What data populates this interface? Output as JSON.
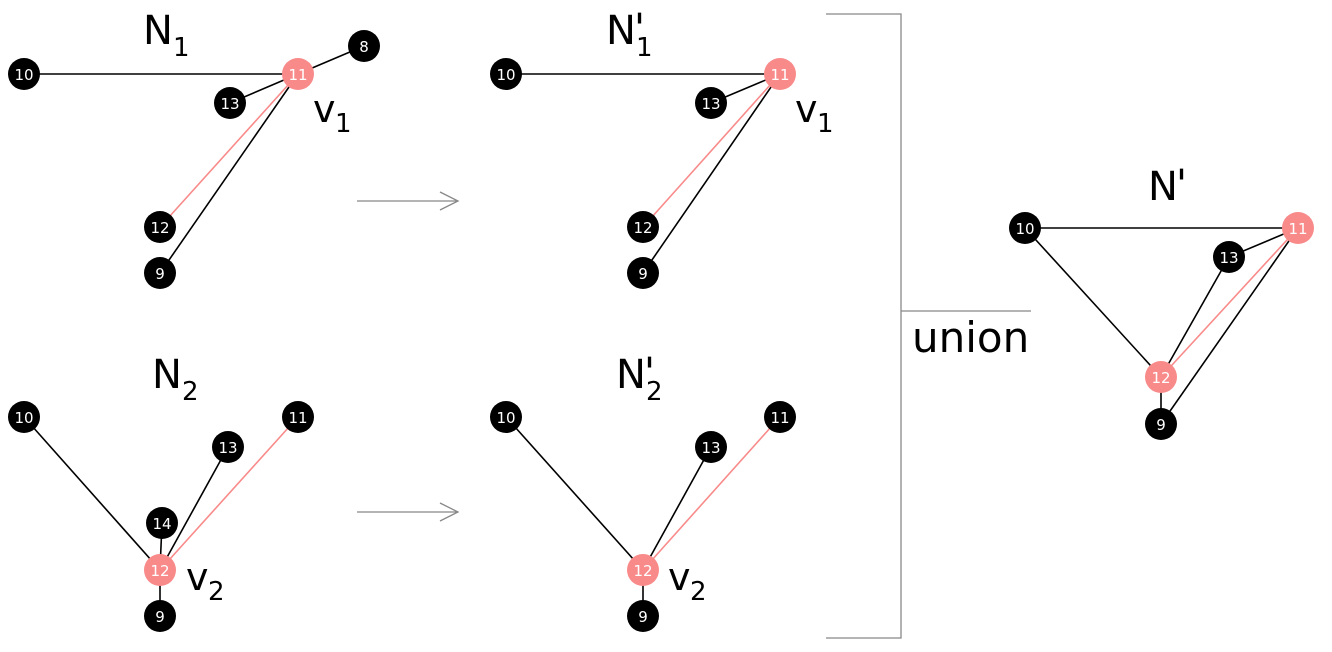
{
  "colors": {
    "black_node": "#000000",
    "highlight_node": "#f98a8a",
    "black_edge": "#000000",
    "highlight_edge": "#f98a8a",
    "connector": "#888888"
  },
  "union_label": "union",
  "graphs": [
    {
      "id": "N1",
      "title": {
        "main": "N",
        "sub": "1",
        "prime": ""
      },
      "vertex_label": {
        "main": "v",
        "sub": "1"
      },
      "nodes": [
        {
          "id": "10",
          "label": "10",
          "highlight": false
        },
        {
          "id": "11",
          "label": "11",
          "highlight": true
        },
        {
          "id": "8",
          "label": "8",
          "highlight": false
        },
        {
          "id": "13",
          "label": "13",
          "highlight": false
        },
        {
          "id": "12",
          "label": "12",
          "highlight": false
        },
        {
          "id": "9",
          "label": "9",
          "highlight": false
        }
      ],
      "edges": [
        {
          "from": "10",
          "to": "11",
          "highlight": false
        },
        {
          "from": "11",
          "to": "8",
          "highlight": false
        },
        {
          "from": "11",
          "to": "13",
          "highlight": false
        },
        {
          "from": "11",
          "to": "12",
          "highlight": true
        },
        {
          "from": "11",
          "to": "9",
          "highlight": false
        }
      ]
    },
    {
      "id": "N1p",
      "title": {
        "main": "N",
        "sub": "1",
        "prime": "'"
      },
      "vertex_label": {
        "main": "v",
        "sub": "1"
      },
      "nodes": [
        {
          "id": "10",
          "label": "10",
          "highlight": false
        },
        {
          "id": "11",
          "label": "11",
          "highlight": true
        },
        {
          "id": "13",
          "label": "13",
          "highlight": false
        },
        {
          "id": "12",
          "label": "12",
          "highlight": false
        },
        {
          "id": "9",
          "label": "9",
          "highlight": false
        }
      ],
      "edges": [
        {
          "from": "10",
          "to": "11",
          "highlight": false
        },
        {
          "from": "11",
          "to": "13",
          "highlight": false
        },
        {
          "from": "11",
          "to": "12",
          "highlight": true
        },
        {
          "from": "11",
          "to": "9",
          "highlight": false
        }
      ]
    },
    {
      "id": "N2",
      "title": {
        "main": "N",
        "sub": "2",
        "prime": ""
      },
      "vertex_label": {
        "main": "v",
        "sub": "2"
      },
      "nodes": [
        {
          "id": "10",
          "label": "10",
          "highlight": false
        },
        {
          "id": "11",
          "label": "11",
          "highlight": false
        },
        {
          "id": "13",
          "label": "13",
          "highlight": false
        },
        {
          "id": "14",
          "label": "14",
          "highlight": false
        },
        {
          "id": "12",
          "label": "12",
          "highlight": true
        },
        {
          "id": "9",
          "label": "9",
          "highlight": false
        }
      ],
      "edges": [
        {
          "from": "12",
          "to": "10",
          "highlight": false
        },
        {
          "from": "12",
          "to": "13",
          "highlight": false
        },
        {
          "from": "12",
          "to": "11",
          "highlight": true
        },
        {
          "from": "12",
          "to": "14",
          "highlight": false
        },
        {
          "from": "12",
          "to": "9",
          "highlight": false
        }
      ]
    },
    {
      "id": "N2p",
      "title": {
        "main": "N",
        "sub": "2",
        "prime": "'"
      },
      "vertex_label": {
        "main": "v",
        "sub": "2"
      },
      "nodes": [
        {
          "id": "10",
          "label": "10",
          "highlight": false
        },
        {
          "id": "11",
          "label": "11",
          "highlight": false
        },
        {
          "id": "13",
          "label": "13",
          "highlight": false
        },
        {
          "id": "12",
          "label": "12",
          "highlight": true
        },
        {
          "id": "9",
          "label": "9",
          "highlight": false
        }
      ],
      "edges": [
        {
          "from": "12",
          "to": "10",
          "highlight": false
        },
        {
          "from": "12",
          "to": "13",
          "highlight": false
        },
        {
          "from": "12",
          "to": "11",
          "highlight": true
        },
        {
          "from": "12",
          "to": "9",
          "highlight": false
        }
      ]
    },
    {
      "id": "Np",
      "title": {
        "main": "N",
        "sub": "",
        "prime": "'"
      },
      "vertex_label": null,
      "nodes": [
        {
          "id": "10",
          "label": "10",
          "highlight": false
        },
        {
          "id": "11",
          "label": "11",
          "highlight": true
        },
        {
          "id": "13",
          "label": "13",
          "highlight": false
        },
        {
          "id": "12",
          "label": "12",
          "highlight": true
        },
        {
          "id": "9",
          "label": "9",
          "highlight": false
        }
      ],
      "edges": [
        {
          "from": "10",
          "to": "11",
          "highlight": false
        },
        {
          "from": "10",
          "to": "12",
          "highlight": false
        },
        {
          "from": "13",
          "to": "11",
          "highlight": false
        },
        {
          "from": "13",
          "to": "12",
          "highlight": false
        },
        {
          "from": "12",
          "to": "11",
          "highlight": true
        },
        {
          "from": "9",
          "to": "11",
          "highlight": false
        },
        {
          "from": "9",
          "to": "12",
          "highlight": false
        }
      ]
    }
  ]
}
